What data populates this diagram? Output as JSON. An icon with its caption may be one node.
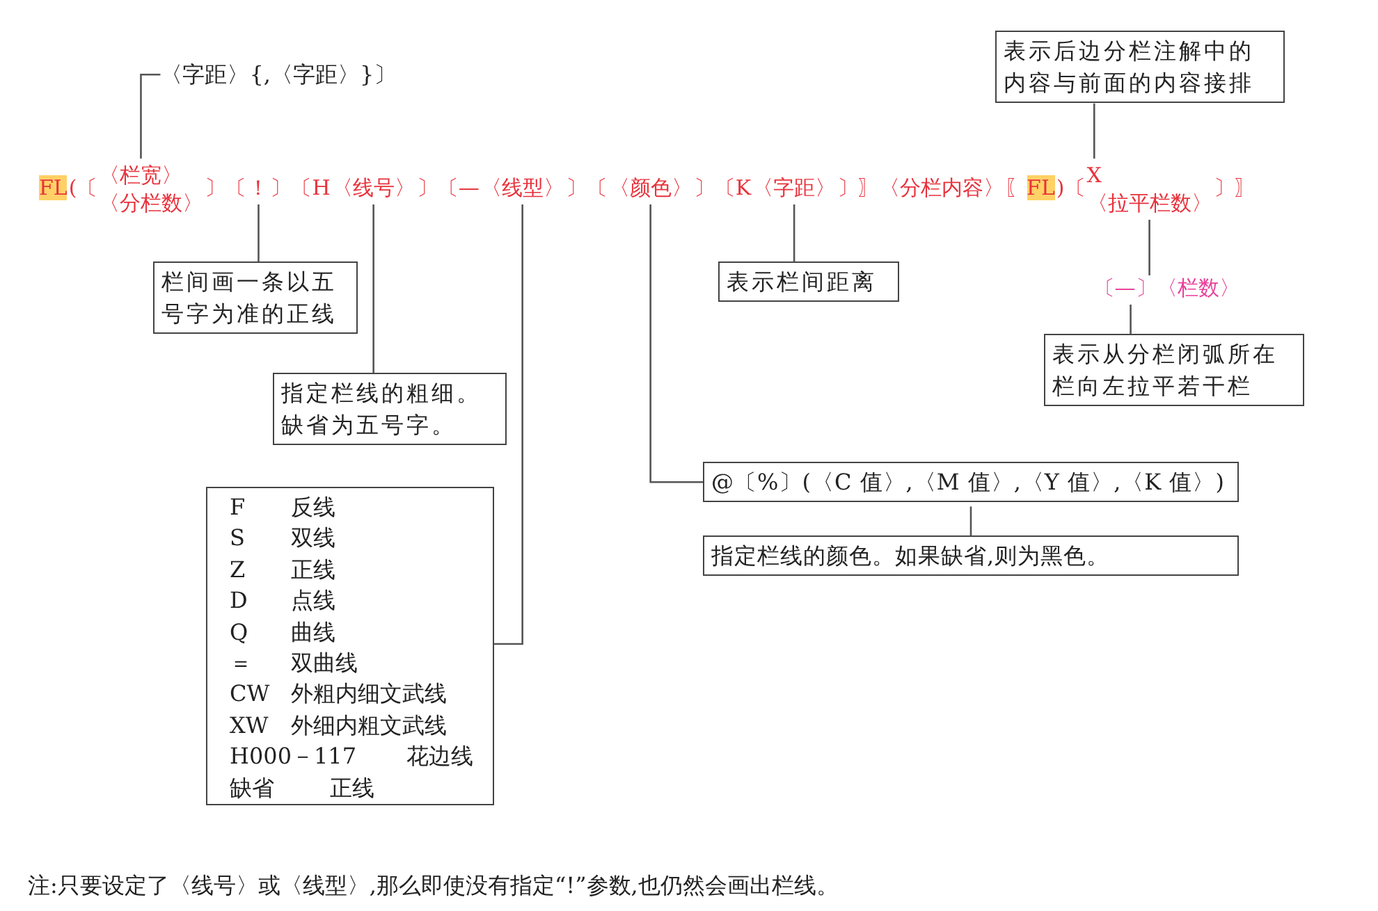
{
  "diagram": {
    "nodes": [
      {
        "text": [
          "〈字距〉{,〈字距〉}〕"
        ]
      },
      {
        "text": [
          "〈栏宽〉"
        ]
      },
      {
        "text": [
          "！"
        ]
      },
      {
        "text": [
          "〈线号〉"
        ]
      },
      {
        "text": [
          "〈线型〉"
        ]
      },
      {
        "text": [
          "〈颜色〉"
        ]
      },
      {
        "text": [
          "〈字距〉"
        ]
      },
      {
        "text": [
          "X"
        ]
      },
      {
        "text": [
          "〈拉平栏数〉"
        ]
      },
      {
        "text": [
          "〔—〕〈栏数〉"
        ]
      },
      {
        "text": [
          "栏间画一条以五号字为准的正线"
        ]
      },
      {
        "text": [
          "指定栏线的粗细。缺省为五号字。"
        ]
      },
      {
        "text": [
          "F",
          "反线",
          "S",
          "双线",
          "Z",
          "正线",
          "D",
          "点线",
          "Q",
          "曲线",
          "＝",
          "双曲线",
          "CW",
          "外粗内细文武线",
          "XW",
          "外细内粗文武线",
          "H000－117",
          "花边线",
          "缺省",
          "正线"
        ]
      },
      {
        "text": [
          "表示栏间距离"
        ]
      },
      {
        "text": [
          "@〔%〕(〈C 值〉,〈M 值〉,〈Y 值〉,〈K 值〉)"
        ]
      },
      {
        "text": [
          "指定栏线的颜色。如果缺省,则为黑色。"
        ]
      },
      {
        "text": [
          "表示后边分栏注解中的内容与前面的内容接排"
        ]
      },
      {
        "text": [
          "表示从分栏闭弧所在栏向左拉平若干栏"
        ]
      }
    ],
    "edges": [
      {
        "from": 1,
        "to": 0,
        "arrow": "none"
      },
      {
        "from": 2,
        "to": 10,
        "arrow": "none"
      },
      {
        "from": 3,
        "to": 11,
        "arrow": "none"
      },
      {
        "from": 4,
        "to": 12,
        "arrow": "none"
      },
      {
        "from": 5,
        "to": 14,
        "arrow": "none"
      },
      {
        "from": 6,
        "to": 13,
        "arrow": "none"
      },
      {
        "from": 7,
        "to": 16,
        "arrow": "none"
      },
      {
        "from": 8,
        "to": 9,
        "arrow": "none"
      },
      {
        "from": 9,
        "to": 17,
        "arrow": "none"
      },
      {
        "from": 14,
        "to": 15,
        "arrow": "none"
      }
    ],
    "labels": [
      "FL",
      "(〔",
      "〈分栏数〉",
      "〕〔",
      "〕〔H",
      "〕〔—",
      "〕〔",
      "〕〔K",
      "〕〗〈分栏内容〉〖",
      "FL",
      ")〔",
      "〕〗",
      "注:只要设定了〈线号〉或〈线型〉,那么即使没有指定“!”参数,也仍然会画出栏线。"
    ]
  }
}
